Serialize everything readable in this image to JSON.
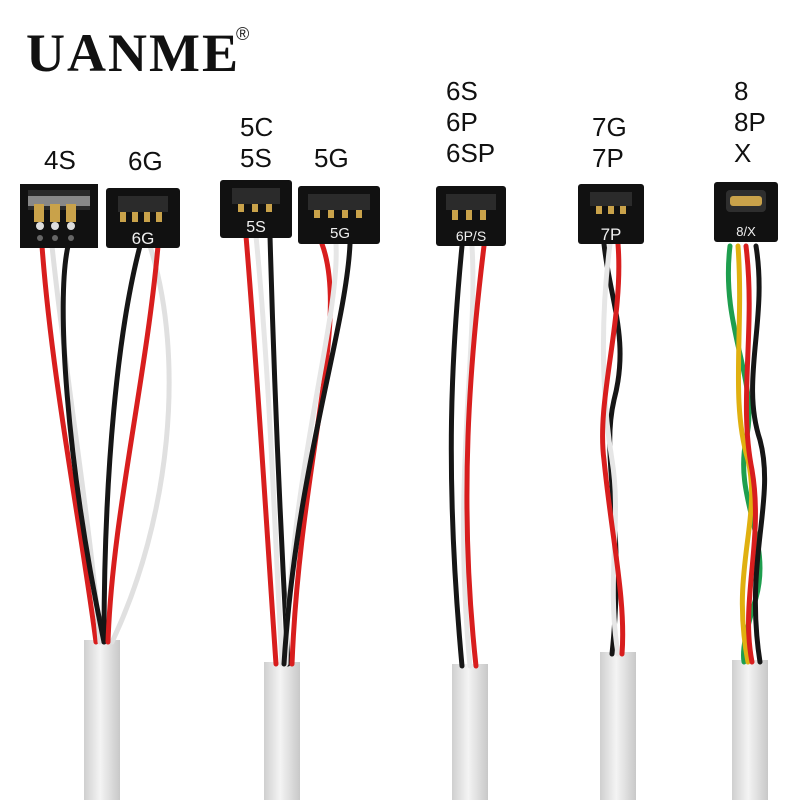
{
  "brand": {
    "name": "UANME",
    "mark": "®"
  },
  "labels": {
    "c4s": [
      "4S"
    ],
    "c6g": [
      "6G"
    ],
    "c5c5s": [
      "5C",
      "5S"
    ],
    "c5g": [
      "5G"
    ],
    "c6s": [
      "6S",
      "6P",
      "6SP"
    ],
    "c7": [
      "7G",
      "7P"
    ],
    "c8": [
      "8",
      "8P",
      "X"
    ]
  },
  "boards": {
    "b6g": "6G",
    "b5s": "5S",
    "b5g": "5G",
    "b6ps": "6P/S",
    "b7p": "7P",
    "b8x": "8/X"
  },
  "colors": {
    "red": "#d81e1e",
    "white": "#e8e8e8",
    "black": "#161616",
    "green": "#1e9e4e",
    "yellow": "#e0b010",
    "board": "#111111",
    "sheath": "#e6e6e6"
  }
}
